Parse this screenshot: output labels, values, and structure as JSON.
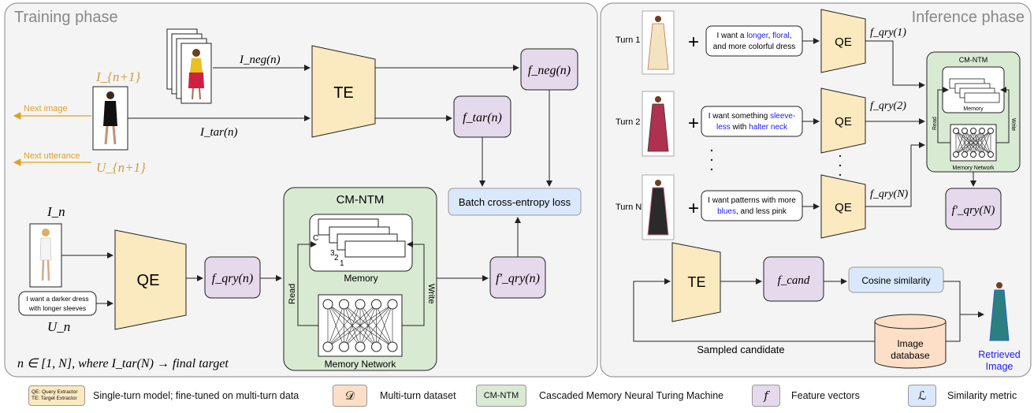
{
  "training": {
    "title": "Training phase",
    "i_neg": "I_neg(n)",
    "i_n1": "I_{n+1}",
    "u_n1": "U_{n+1}",
    "next_image": "Next image",
    "next_utterance": "Next utterance",
    "i_tar": "I_tar(n)",
    "te": "TE",
    "f_tar": "f_tar(n)",
    "f_neg": "f_neg(n)",
    "loss": "Batch cross-entropy loss",
    "i_n": "I_n",
    "u_n": "U_n",
    "utterance": [
      "I want a darker dress",
      "with longer sleeves"
    ],
    "qe": "QE",
    "f_qry": "f_qry(n)",
    "f_qry_prime": "f'_qry(n)",
    "cmntm_title": "CM-NTM",
    "memory_label": "Memory",
    "memory_network_label": "Memory Network",
    "read": "Read",
    "write": "Write",
    "slots": [
      "C",
      "3",
      "2",
      "1"
    ],
    "footnote": "n ∈ [1, N], where I_tar(N) → final target"
  },
  "inference": {
    "title": "Inference phase",
    "turns": [
      {
        "label": "Turn 1",
        "text": [
          "I want a ",
          "longer",
          ", ",
          "floral",
          ",",
          "and more colorful dress"
        ],
        "f": "f_qry(1)"
      },
      {
        "label": "Turn 2",
        "text": [
          "I want something ",
          "sleeve-",
          "less",
          " with ",
          "halter neck"
        ],
        "f": "f_qry(2)"
      },
      {
        "label": "Turn N",
        "text": [
          "I want patterns with more",
          "blues",
          ", and less pink"
        ],
        "f": "f_qry(N)"
      }
    ],
    "qe": "QE",
    "cmntm_title": "CM-NTM",
    "memory_label": "Memory",
    "memory_network_label": "Memory Network",
    "read": "Read",
    "write": "Write",
    "f_qry_prime": "f'_qry(N)",
    "te": "TE",
    "f_cand": "f_cand",
    "cosine": "Cosine similarity",
    "db": [
      "Image",
      "database"
    ],
    "sampled": "Sampled candidate",
    "retrieved": [
      "Retrieved",
      "Image"
    ]
  },
  "legend": [
    {
      "swatch": [
        "QE: Query Extractor",
        "TE: Target Extractor"
      ],
      "label": "Single-turn model; fine-tuned on multi-turn data",
      "color": "#fbe9bf"
    },
    {
      "swatch": [
        "𝒟"
      ],
      "label": "Multi-turn dataset",
      "color": "#fcdfc6"
    },
    {
      "swatch": [
        "CM-NTM"
      ],
      "label": "Cascaded Memory Neural Turing Machine",
      "color": "#d9ead3"
    },
    {
      "swatch": [
        "f"
      ],
      "label": "Feature vectors",
      "color": "#e5d9ec"
    },
    {
      "swatch": [
        "ℒ"
      ],
      "label": "Similarity metric",
      "color": "#dae8fc"
    }
  ],
  "colors": {
    "extractor": "#fbe9bf",
    "feature": "#e5d9ec",
    "cmntm": "#d9ead3",
    "loss": "#dae8fc",
    "dataset": "#fcdfc6",
    "accent_orange": "#e0a020",
    "accent_blue": "#1a1aff"
  }
}
